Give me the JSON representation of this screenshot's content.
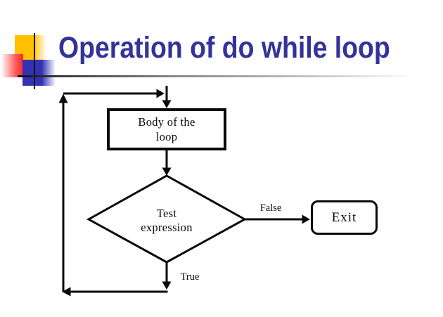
{
  "slide": {
    "title": "Operation of do while loop"
  },
  "colors": {
    "title": "#333399",
    "deco_yellow": "#ffc100",
    "deco_red": "#ff2424",
    "deco_blue": "#3232b4",
    "flow_lines": "#0a0a0a"
  },
  "flowchart": {
    "body_box": {
      "line1": "Body of the",
      "line2": "loop"
    },
    "test_diamond": {
      "line1": "Test",
      "line2": "expression"
    },
    "exit_box": {
      "label": "Exit"
    },
    "branch_labels": {
      "false": "False",
      "true": "True"
    }
  }
}
